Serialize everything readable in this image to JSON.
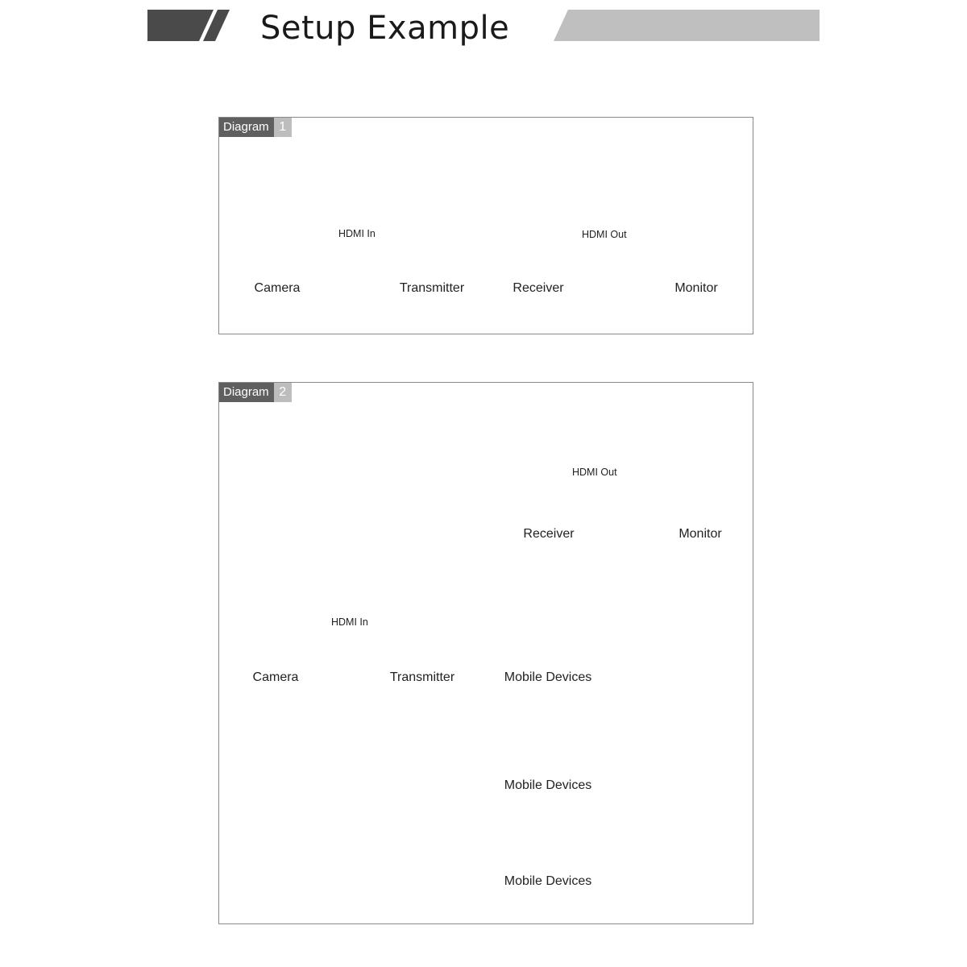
{
  "header": {
    "title": "Setup Example"
  },
  "diagram1": {
    "tag": "Diagram",
    "number": "1",
    "labels": {
      "camera": "Camera",
      "transmitter": "Transmitter",
      "receiver": "Receiver",
      "monitor": "Monitor"
    },
    "flows": {
      "hdmi_in": "HDMI In",
      "hdmi_out": "HDMI Out"
    }
  },
  "diagram2": {
    "tag": "Diagram",
    "number": "2",
    "labels": {
      "camera": "Camera",
      "transmitter": "Transmitter",
      "receiver": "Receiver",
      "monitor": "Monitor",
      "mobile1": "Mobile Devices",
      "mobile2": "Mobile Devices",
      "mobile3": "Mobile Devices"
    },
    "flows": {
      "hdmi_in": "HDMI In",
      "hdmi_out": "HDMI Out"
    }
  }
}
